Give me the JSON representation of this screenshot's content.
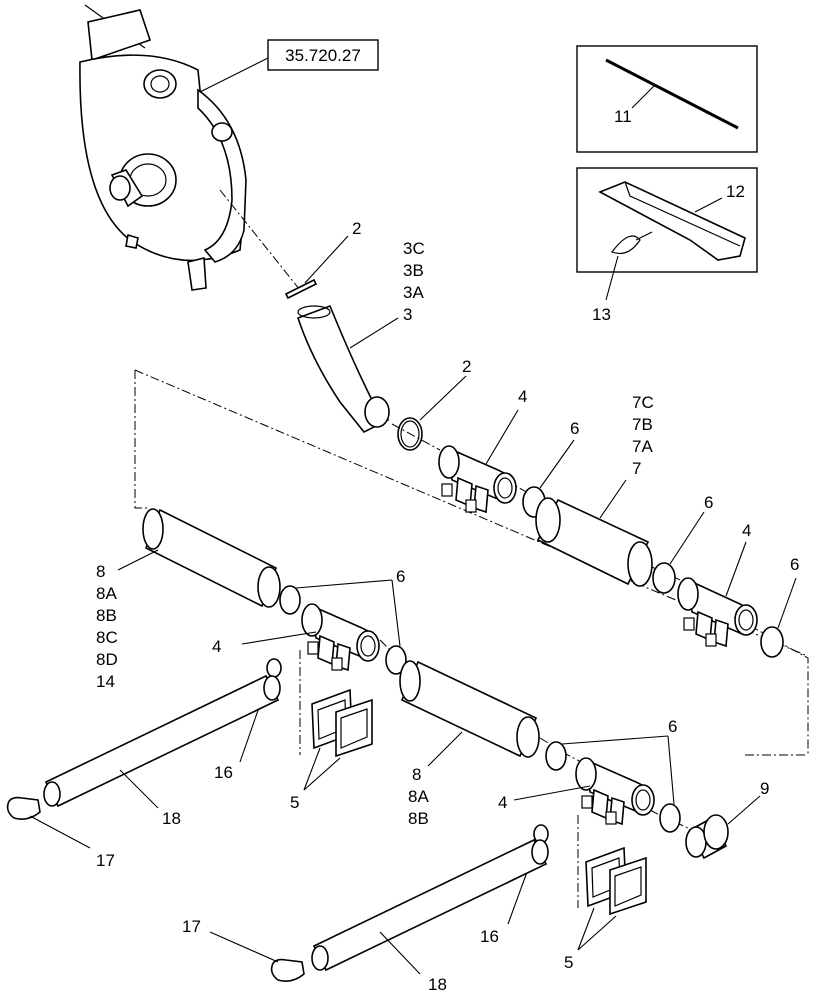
{
  "reference_box": "35.720.27",
  "callouts": {
    "c2a": "2",
    "c3c": "3C",
    "c3b": "3B",
    "c3a": "3A",
    "c3": "3",
    "c2b": "2",
    "c4a": "4",
    "c6a": "6",
    "c7c": "7C",
    "c7b": "7B",
    "c7a": "7A",
    "c7": "7",
    "c6b": "6",
    "c4b": "4",
    "c6c": "6",
    "c8": "8",
    "c8a": "8A",
    "c8b": "8B",
    "c8c": "8C",
    "c8d": "8D",
    "c14": "14",
    "c6d": "6",
    "c4c": "4",
    "c16a": "16",
    "c5a": "5",
    "c18a": "18",
    "c17a": "17",
    "c8e": "8",
    "c8f": "8A",
    "c8g": "8B",
    "c6e": "6",
    "c4d": "4",
    "c9": "9",
    "c16b": "16",
    "c5b": "5",
    "c17b": "17",
    "c18b": "18",
    "c11": "11",
    "c12": "12",
    "c13": "13"
  }
}
